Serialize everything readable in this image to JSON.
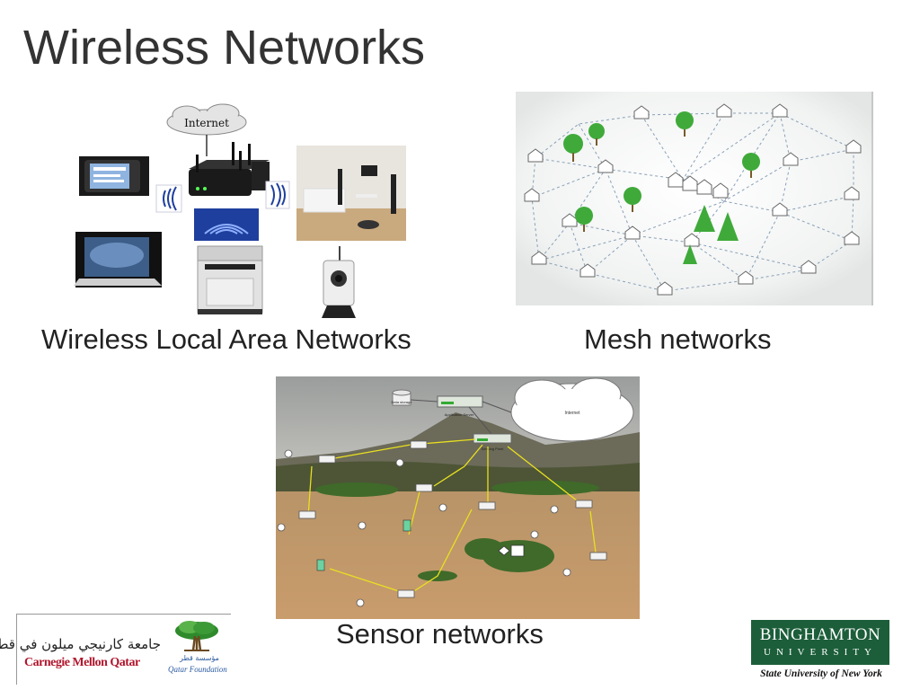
{
  "slide": {
    "title": "Wireless Networks",
    "captions": {
      "wlan": "Wireless Local Area Networks",
      "mesh": "Mesh networks",
      "sensor": "Sensor networks"
    }
  },
  "wlan_figure": {
    "internet_label": "Internet"
  },
  "sensor_figure": {
    "cloud_label": "Internet",
    "data_storage_label": "Data storage",
    "application_server_label": "Application Server",
    "gateway_label": "Sensing Point"
  },
  "logos": {
    "cmu_arabic": "جامعة كارنيجي ميلون في قطر",
    "cmu_name": "Carnegie Mellon Qatar",
    "qf_arabic": "مؤسسة قطر",
    "qf_name": "Qatar Foundation",
    "bing_line1": "BINGHAMTON",
    "bing_line2": "UNIVERSITY",
    "bing_line3": "State University of New York"
  },
  "colors": {
    "title": "#333333",
    "binghamton_green": "#1c5e3a",
    "wifi_blue": "#1f3f9e",
    "mesh_dash": "#8aa0b8",
    "lightning": "#e8e020"
  }
}
